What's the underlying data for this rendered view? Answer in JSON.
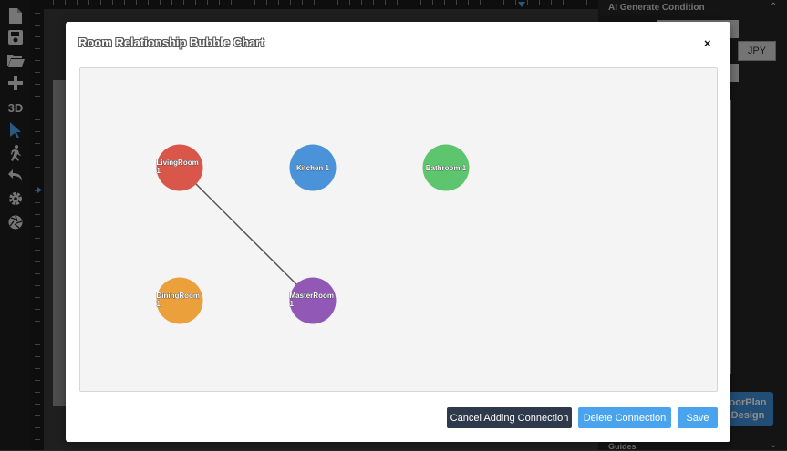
{
  "toolbar": {
    "items": [
      {
        "name": "new-file-icon"
      },
      {
        "name": "save-icon"
      },
      {
        "name": "open-folder-icon"
      },
      {
        "name": "add-icon"
      },
      {
        "name": "3d-view",
        "label": "3D"
      },
      {
        "name": "select-pointer-icon"
      },
      {
        "name": "walk-icon"
      },
      {
        "name": "undo-icon"
      },
      {
        "name": "settings-icon"
      },
      {
        "name": "aperture-icon"
      }
    ]
  },
  "right_panel": {
    "title": "AI Generate Condition",
    "currency": "JPY",
    "footer": "Guides",
    "floorplan_button_line1": "oorPlan",
    "floorplan_button_line2": "Design"
  },
  "modal": {
    "title": "Room Relationship Bubble Chart",
    "close_label": "×",
    "buttons": {
      "cancel_adding": "Cancel Adding Connection",
      "delete_connection": "Delete Connection",
      "save": "Save"
    }
  },
  "chart_data": {
    "type": "network",
    "nodes": [
      {
        "id": "livingroom-1",
        "label_line1": "LivingRoom",
        "label_line2": "1",
        "color": "#d9574a",
        "x": 1,
        "y": 1
      },
      {
        "id": "kitchen-1",
        "label_line1": "Kitchen 1",
        "label_line2": "",
        "color": "#4b93d8",
        "x": 2,
        "y": 1
      },
      {
        "id": "bathroom-1",
        "label_line1": "Bathroom 1",
        "label_line2": "",
        "color": "#5ec56f",
        "x": 3,
        "y": 1
      },
      {
        "id": "diningroom-1",
        "label_line1": "DiningRoom",
        "label_line2": "1",
        "color": "#eba03c",
        "x": 1,
        "y": 2
      },
      {
        "id": "masterroom-1",
        "label_line1": "MasterRoom",
        "label_line2": "1",
        "color": "#9158b5",
        "x": 2,
        "y": 2
      }
    ],
    "edges": [
      {
        "from": "livingroom-1",
        "to": "masterroom-1"
      }
    ]
  }
}
